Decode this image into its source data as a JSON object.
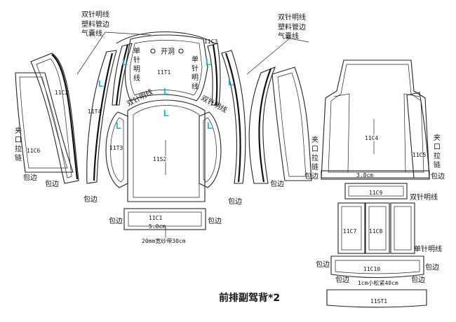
{
  "title": "前排副驾背*2",
  "colors": {
    "line": "#222222",
    "marker": "#19b4e6",
    "background": "#ffffff"
  },
  "left_annotation": [
    "双针明线",
    "塑料管边",
    "气囊线"
  ],
  "right_annotation": [
    "双针明线",
    "塑料管边",
    "气囊线"
  ],
  "pieces": {
    "c3": "11C3",
    "t1": "11T1",
    "c2": "11C2",
    "c6": "11C6",
    "t4": "11T4",
    "t3": "11T3",
    "s2": "11S2",
    "c1": "11C1",
    "c4": "11C4",
    "c5": "11C5",
    "c9": "11C9",
    "c7": "11C7",
    "c8": "11C8",
    "c10": "11C10",
    "st1": "11ST1"
  },
  "marker": "L",
  "labels": {
    "vent_hole": "开洞",
    "single_needle_left": "单针明线",
    "single_needle_right": "单针明线",
    "double_left_arc": "双针明线",
    "double_right_arc": "双针明线",
    "zipper_left": "夹口拉链",
    "zipper_mid": "夹口拉链",
    "zipper_right": "夹口拉链",
    "binding": "包边",
    "dim_3_8": "3.8cm",
    "dim_5_0": "5.0cm",
    "tape": "20mm宽纱带30cm",
    "double_c9": "双针明线",
    "single_c10": "单针明线",
    "elastic": "1cm小松紧40cm"
  }
}
